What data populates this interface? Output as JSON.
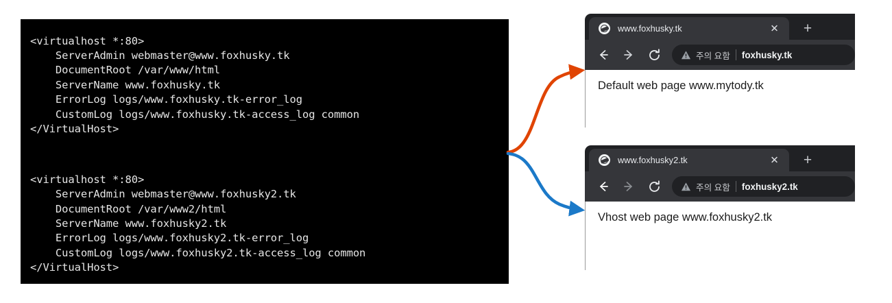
{
  "terminal": {
    "vhost_blocks": [
      {
        "lines": [
          "<virtualhost *:80>",
          "    ServerAdmin webmaster@www.foxhusky.tk",
          "    DocumentRoot /var/www/html",
          "    ServerName www.foxhusky.tk",
          "    ErrorLog logs/www.foxhusky.tk-error_log",
          "    CustomLog logs/www.foxhusky.tk-access_log common",
          "</VirtualHost>"
        ]
      },
      {
        "lines": [
          "<virtualhost *:80>",
          "    ServerAdmin webmaster@www.foxhusky2.tk",
          "    DocumentRoot /var/www2/html",
          "    ServerName www.foxhusky2.tk",
          "    ErrorLog logs/www.foxhusky2.tk-error_log",
          "    CustomLog logs/www.foxhusky2.tk-access_log common",
          "</VirtualHost>"
        ]
      }
    ],
    "background": "#000000",
    "foreground": "#e6e6e6"
  },
  "browsers": [
    {
      "tab": {
        "title": "www.foxhusky.tk",
        "favicon": "globe-icon",
        "close_label": "✕"
      },
      "newtab_label": "+",
      "toolbar": {
        "back_label": "back-arrow",
        "forward_label": "forward-arrow",
        "reload_label": "reload-arrow",
        "back_enabled": false,
        "forward_enabled": false
      },
      "omnibox": {
        "warning_icon": "warning-triangle-icon",
        "warning_text": "주의 요함",
        "separator": "|",
        "url": "foxhusky.tk"
      },
      "page": {
        "body_text": "Default web page www.mytody.tk"
      }
    },
    {
      "tab": {
        "title": "www.foxhusky2.tk",
        "favicon": "globe-icon",
        "close_label": "✕"
      },
      "newtab_label": "+",
      "toolbar": {
        "back_label": "back-arrow",
        "forward_label": "forward-arrow",
        "reload_label": "reload-arrow",
        "back_enabled": true,
        "forward_enabled": false
      },
      "omnibox": {
        "warning_icon": "warning-triangle-icon",
        "warning_text": "주의 요함",
        "separator": "|",
        "url": "foxhusky2.tk"
      },
      "page": {
        "body_text": "Vhost web page www.foxhusky2.tk"
      }
    }
  ],
  "arrows": [
    {
      "name": "arrow-to-default-site",
      "color": "#e04403"
    },
    {
      "name": "arrow-to-vhost-site",
      "color": "#1b79c8"
    }
  ],
  "colors": {
    "terminal_bg": "#000000",
    "terminal_fg": "#e6e6e6",
    "chrome_tabstrip": "#202124",
    "chrome_toolbar": "#35363a",
    "arrow_orange": "#e04403",
    "arrow_blue": "#1b79c8"
  }
}
